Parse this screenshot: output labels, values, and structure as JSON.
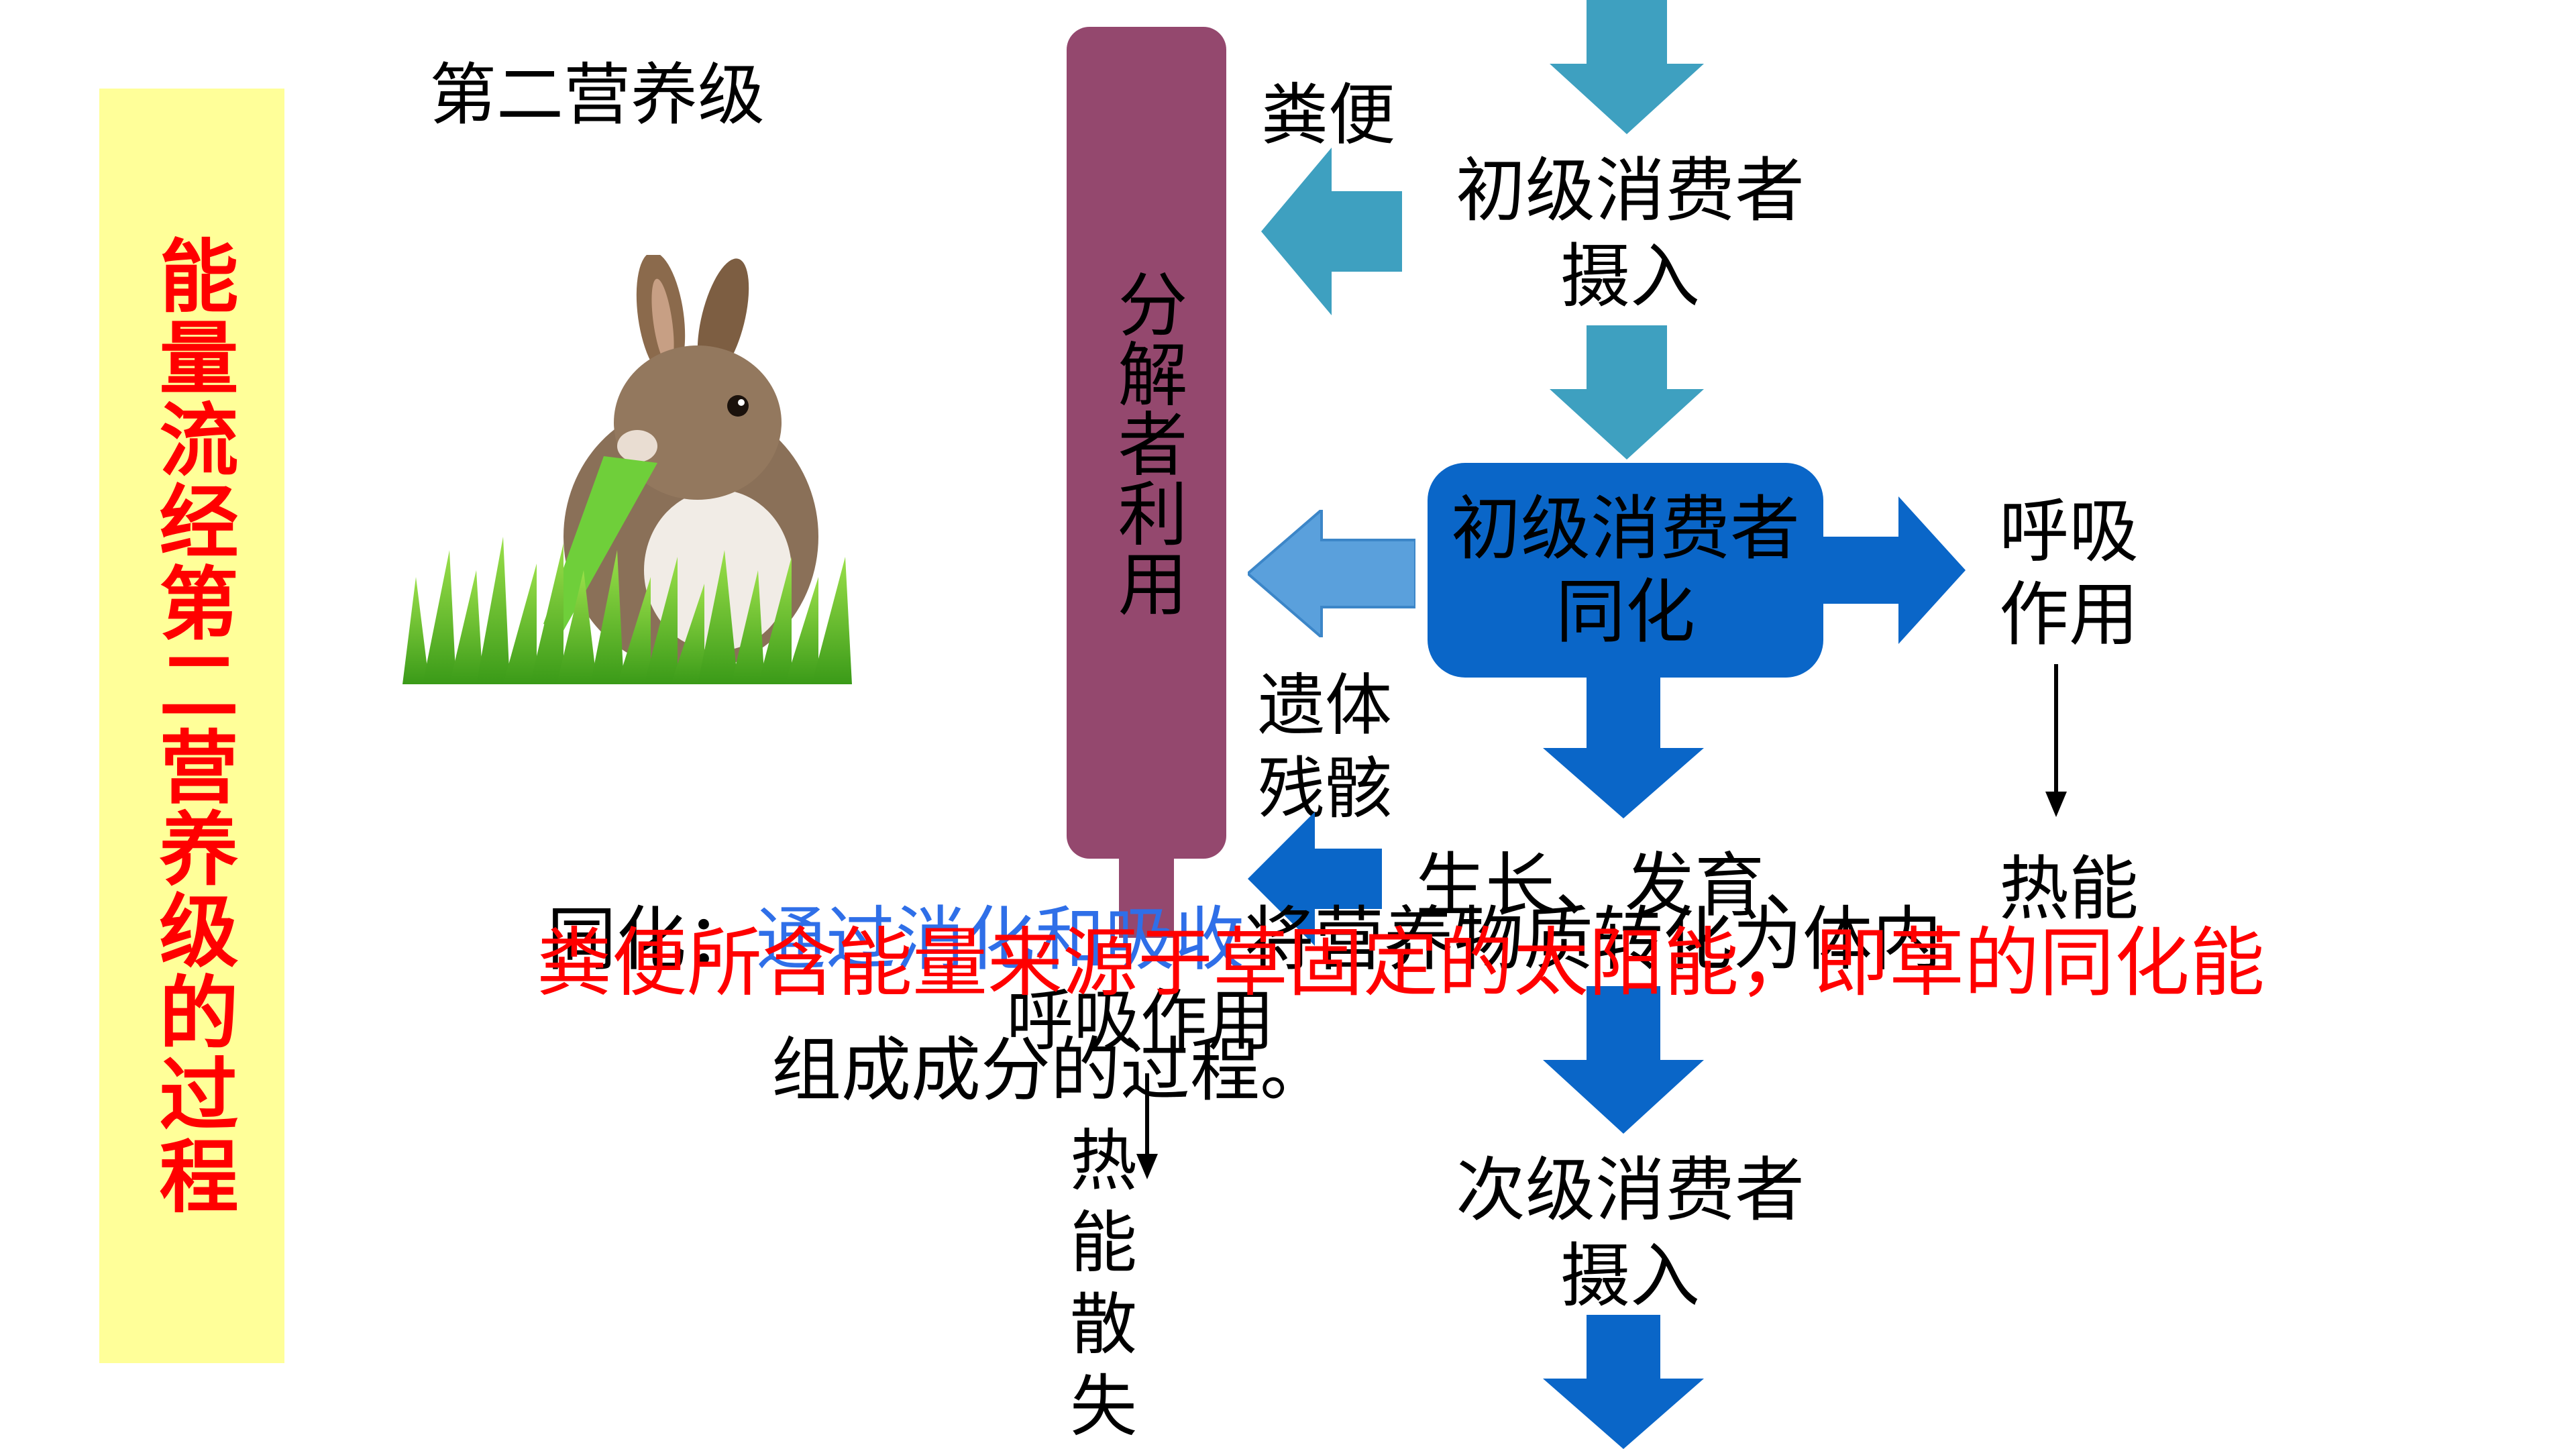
{
  "side_title": "能量流经第二营养级的过程",
  "level_title": "第二营养级",
  "decomposer": "分解者利用",
  "feces": "粪便",
  "intake": [
    "初级消费者",
    "摄入"
  ],
  "assimilation": [
    "初级消费者",
    "同化"
  ],
  "respiration": [
    "呼吸",
    "作用"
  ],
  "remains": [
    "遗体",
    "残骸"
  ],
  "growth": "生长、发育、",
  "heat_right": "热能",
  "assim_def_label": "同化：",
  "assim_def_blue": "通过消化和吸收",
  "assim_def_mid": "将营养物质转化为体内",
  "assim_def_line2": "组成成分的过程。",
  "respiration2": "呼吸作用",
  "heat_loss": [
    "热",
    "能",
    "散",
    "失"
  ],
  "secondary_intake": [
    "次级消费者",
    "摄入"
  ],
  "overlay_note": "粪便所含能量来源于草固定的太阳能，即草的同化能",
  "colors": {
    "side_bg": "#ffff99",
    "side_text": "#ff0000",
    "decomposer_bar": "#94486e",
    "assim_box": "#0a66c8",
    "arrow_teal": "#3ea0c0",
    "arrow_blue": "#0a66c8",
    "arrow_light": "#5aa0dc",
    "blue_text": "#2f6fe8",
    "overlay_red": "#ff0000"
  }
}
